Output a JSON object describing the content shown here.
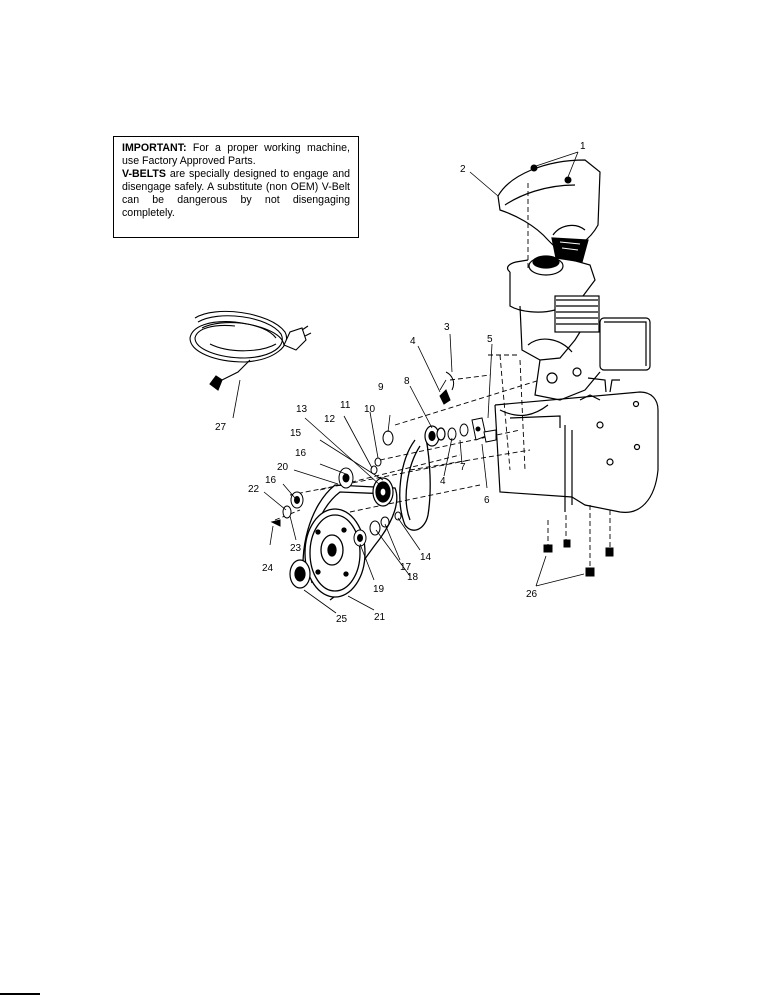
{
  "notice": {
    "important_heading": "IMPORTANT:",
    "important_text": " For a proper working machine, use Factory Approved Parts.",
    "vbelts_heading": "V-BELTS",
    "vbelts_text": " are specially designed to engage and disengage safely. A substitute (non OEM) V-Belt can be dangerous by not disengaging completely."
  },
  "callouts": {
    "c1": "1",
    "c2": "2",
    "c3": "3",
    "c4a": "4",
    "c4b": "4",
    "c5": "5",
    "c6": "6",
    "c7": "7",
    "c8": "8",
    "c9": "9",
    "c10": "10",
    "c11": "11",
    "c12": "12",
    "c13": "13",
    "c14": "14",
    "c15": "15",
    "c16a": "16",
    "c16b": "16",
    "c17": "17",
    "c18": "18",
    "c19": "19",
    "c20": "20",
    "c21": "21",
    "c22": "22",
    "c23": "23",
    "c24": "24",
    "c25": "25",
    "c26": "26",
    "c27": "27"
  }
}
